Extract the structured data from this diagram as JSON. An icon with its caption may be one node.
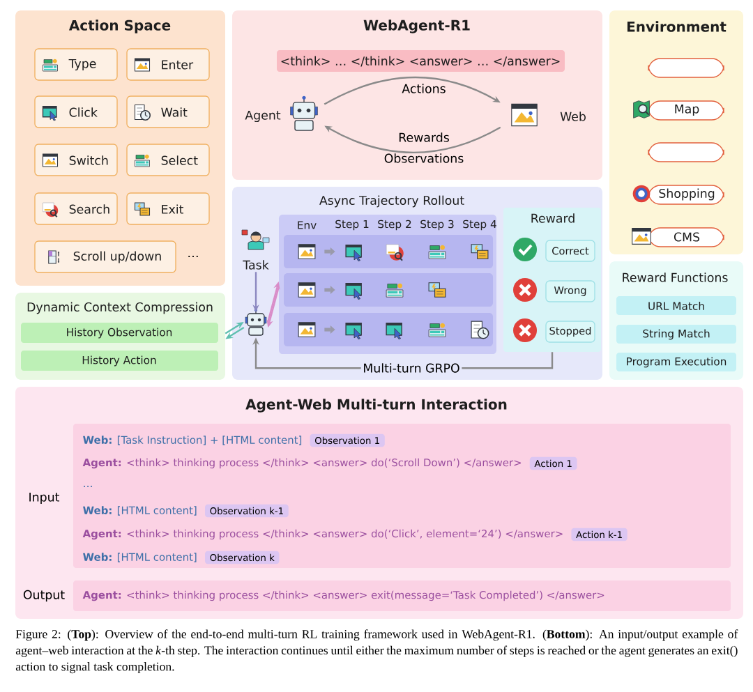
{
  "diagram": {
    "caption": "Figure 2: (**Top**): Overview of the end-to-end multi-turn RL training framework used in WebAgent-R1. (**Bottom**): An input/output example of agent–web interaction at the *k*-th step. The interaction continues until either the maximum number of steps is reached or the agent generates an exit() action to signal task completion.",
    "nodes": [
      {
        "text": [
          "Action Space"
        ]
      },
      {
        "text": [
          "Type"
        ],
        "in": 0
      },
      {
        "text": [
          "Enter"
        ],
        "in": 0
      },
      {
        "text": [
          "Click"
        ],
        "in": 0
      },
      {
        "text": [
          "Wait"
        ],
        "in": 0
      },
      {
        "text": [
          "Switch"
        ],
        "in": 0
      },
      {
        "text": [
          "Select"
        ],
        "in": 0
      },
      {
        "text": [
          "Search"
        ],
        "in": 0
      },
      {
        "text": [
          "Exit"
        ],
        "in": 0
      },
      {
        "text": [
          "Scroll up/down"
        ],
        "in": 0
      },
      {
        "text": [
          "WebAgent-R1"
        ]
      },
      {
        "text": [
          "<think> … </think> <answer> … </answer>"
        ],
        "in": 10
      },
      {
        "text": [
          "Agent"
        ],
        "in": 10
      },
      {
        "text": [
          "Web"
        ],
        "in": 10
      },
      {
        "text": [
          "Environment"
        ]
      },
      {
        "text": [],
        "shape": "box",
        "in": 14
      },
      {
        "text": [
          "Map"
        ],
        "in": 14
      },
      {
        "text": [],
        "shape": "box",
        "in": 14
      },
      {
        "text": [
          "Shopping"
        ],
        "in": 14
      },
      {
        "text": [
          "CMS"
        ],
        "in": 14
      },
      {
        "text": [
          "Dynamic Context Compression"
        ]
      },
      {
        "text": [
          "History Observation"
        ],
        "in": 20
      },
      {
        "text": [
          "History Action"
        ],
        "in": 20
      },
      {
        "text": [
          "Async Trajectory Rollout"
        ]
      },
      {
        "text": [
          "Task"
        ],
        "in": 23
      },
      {
        "text": [],
        "shape": "picture",
        "in": 23
      },
      {
        "text": [
          "Env",
          "Step 1",
          "Step 2",
          "Step 3",
          "Step 4"
        ],
        "in": 23
      },
      {
        "text": [],
        "shape": "bar",
        "in": 26
      },
      {
        "text": [],
        "shape": "bar",
        "in": 26
      },
      {
        "text": [],
        "shape": "bar",
        "in": 26
      },
      {
        "text": [
          "Reward"
        ],
        "in": 23
      },
      {
        "text": [
          "Correct"
        ],
        "in": 30
      },
      {
        "text": [
          "Wrong"
        ],
        "in": 30
      },
      {
        "text": [
          "Stopped"
        ],
        "in": 30
      },
      {
        "text": [
          "Reward Functions"
        ]
      },
      {
        "text": [
          "URL Match"
        ],
        "in": 34
      },
      {
        "text": [
          "String Match"
        ],
        "in": 34
      },
      {
        "text": [
          "Program Execution"
        ],
        "in": 34
      },
      {
        "text": [
          "Agent-Web Multi-turn Interaction"
        ]
      },
      {
        "text": [
          "**Web:** [Task Instruction] + [HTML content]",
          "**Agent:** <think> thinking process </think> <answer> do(‘Scroll Down’) </answer>",
          "…",
          "**Web:** [HTML content]",
          "**Agent:** <think> thinking process </think> <answer> do(‘Click’, element=‘24’) </answer>",
          "**Web:** [HTML content]"
        ],
        "beside": [
          "Input"
        ],
        "in": 38
      },
      {
        "text": [
          "Observation 1"
        ],
        "in": 39
      },
      {
        "text": [
          "Action 1"
        ],
        "in": 39
      },
      {
        "text": [
          "Observation k-1"
        ],
        "in": 39
      },
      {
        "text": [
          "Action k-1"
        ],
        "in": 39
      },
      {
        "text": [
          "Observation k"
        ],
        "in": 39
      },
      {
        "text": [
          "**Agent:** <think> thinking process </think> <answer> exit(message=‘Task Completed’) </answer>"
        ],
        "beside": [
          "Output"
        ],
        "in": 38
      }
    ],
    "edges": [
      {
        "from": 12,
        "to": 13,
        "arrow": "to",
        "label": "Actions"
      },
      {
        "from": 13,
        "to": 12,
        "arrow": "to",
        "label": "Rewards"
      },
      {
        "from": 24,
        "to": 25,
        "arrow": "to",
        "color": "#8c88c0"
      },
      {
        "from": 20,
        "to": 25,
        "arrow": "to",
        "color": "#5fbfb0"
      },
      {
        "from": 25,
        "to": 20,
        "arrow": "to",
        "color": "#5fbfb0"
      },
      {
        "from": 25,
        "to": 26,
        "arrow": "to",
        "color": "#d98cc8"
      },
      {
        "from": 26,
        "to": 25,
        "arrow": "to",
        "color": "#d98cc8"
      },
      {
        "from": 30,
        "to": 25,
        "arrow": "to",
        "label": "Multi-turn GRPO"
      }
    ],
    "labels": [
      "…",
      "Observations"
    ]
  }
}
